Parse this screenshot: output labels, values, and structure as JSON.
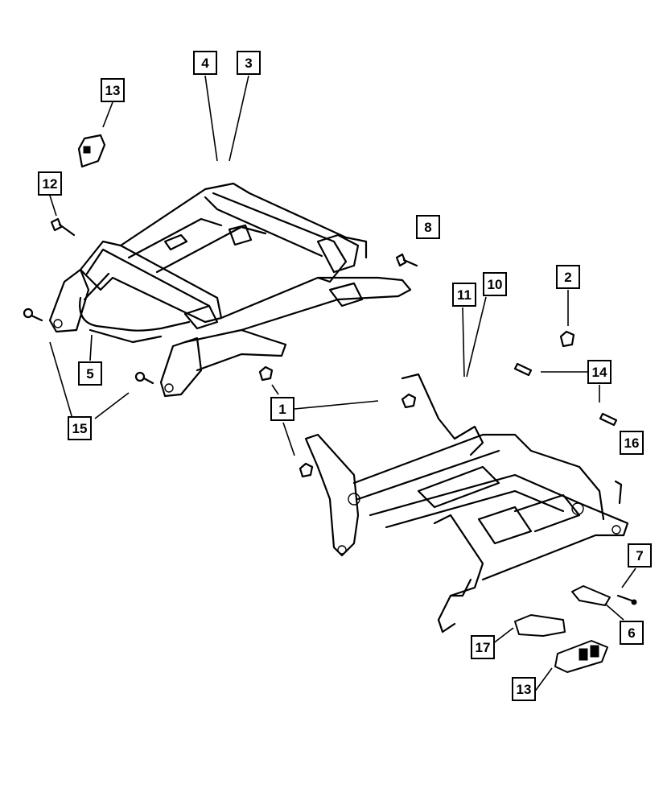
{
  "callouts": {
    "c4": "4",
    "c3": "3",
    "c13_top": "13",
    "c12": "12",
    "c8": "8",
    "c2": "2",
    "c11": "11",
    "c10": "10",
    "c5": "5",
    "c15": "15",
    "c1": "1",
    "c14": "14",
    "c16": "16",
    "c7": "7",
    "c6": "6",
    "c17": "17",
    "c13_bottom": "13"
  }
}
